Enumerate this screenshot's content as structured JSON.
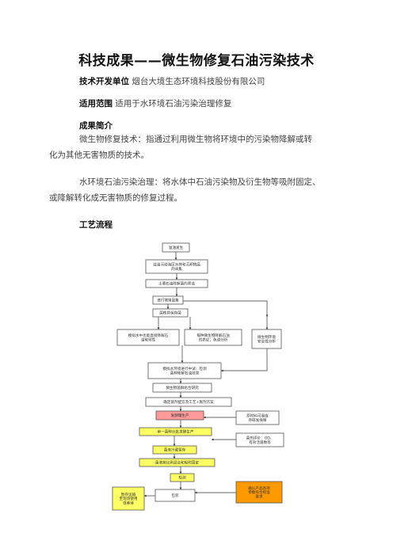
{
  "document": {
    "title": "科技成果——微生物修复石油污染技术",
    "developer": {
      "label": "技术开发单位",
      "value": "烟台大境生态环境科技股份有限公司"
    },
    "scope": {
      "label": "适用范围",
      "value": "适用于水环境石油污染治理修复"
    },
    "summary_heading": "成果简介",
    "paragraphs": [
      {
        "lines": [
          "微生物修复技术：指通过利用微生物将环境中的污染物降解或转",
          "化为其他无害物质的技术。"
        ]
      },
      {
        "lines": [
          "水环境石油污染治理：将水体中石油污染物及衍生物等吸附固定、",
          "或降解转化成无害物质的修复过程。"
        ]
      }
    ],
    "process_heading": "工艺流程"
  },
  "flowchart": {
    "nodes": [
      {
        "id": "n1",
        "lines": [
          "溢油发生"
        ],
        "fill": "#ffffff"
      },
      {
        "id": "n2",
        "lines": [
          "溢油污染海区水样和沉积物品",
          "的采集"
        ],
        "fill": "#ffffff"
      },
      {
        "id": "n3",
        "lines": [
          "土著石油降解菌的筛选"
        ],
        "fill": "#ffffff"
      },
      {
        "id": "n4",
        "lines": [
          "进行增殖富集"
        ],
        "fill": "#ffffff"
      },
      {
        "id": "n5",
        "lines": [
          "菌株并保存菌"
        ],
        "fill": "#ffffff"
      },
      {
        "id": "n6",
        "lines": [
          "模拟水中也能直接降解石",
          "油有效性"
        ],
        "fill": "#ffffff"
      },
      {
        "id": "n7",
        "lines": [
          "每种微生物降解石油",
          "的表征：色谱分析"
        ],
        "fill": "#ffffff"
      },
      {
        "id": "n8",
        "lines": [
          "微生物环境",
          "安全性分析"
        ],
        "fill": "#ffffff"
      },
      {
        "id": "n9",
        "lines": [
          "模拟水环境进行中试：检测",
          "菌种降解石油效果"
        ],
        "fill": "#ffffff"
      },
      {
        "id": "n10",
        "lines": [
          "微生物菌群组合研究"
        ],
        "fill": "#ffffff"
      },
      {
        "id": "n11",
        "lines": [
          "确定菌剂配方及工艺+施剂方案"
        ],
        "fill": "#ffffff"
      },
      {
        "id": "n12",
        "lines": [
          "发酵罐生产"
        ],
        "fill": "#ff9a9a"
      },
      {
        "id": "n13",
        "lines": [
          "原材料可靠库",
          "存研发保障"
        ],
        "fill": "#ffffff"
      },
      {
        "id": "n14",
        "lines": [
          "单一菌种分批发酵生产"
        ],
        "fill": "#ffff66"
      },
      {
        "id": "n15",
        "lines": [
          "菌剂评价：OD、",
          "有效活菌数等"
        ],
        "fill": "#ffffff"
      },
      {
        "id": "n16",
        "lines": [
          "菌液冷藏暂存"
        ],
        "fill": "#ffff66"
      },
      {
        "id": "n17",
        "lines": [
          "菌液按比例混合和吸附固定"
        ],
        "fill": "#ffff66"
      },
      {
        "id": "n18",
        "lines": [
          "检测"
        ],
        "fill": "#ffff66"
      },
      {
        "id": "n19",
        "lines": [
          "暂存运输",
          "至现场使用",
          "或者待"
        ],
        "fill": "#ffff66"
      },
      {
        "id": "n20",
        "lines": [
          "包装"
        ],
        "fill": "#ffffff"
      },
      {
        "id": "n21",
        "lines": [
          "确认产品各项",
          "参数符合标准",
          "要求"
        ],
        "fill": "#ff9900"
      }
    ]
  }
}
